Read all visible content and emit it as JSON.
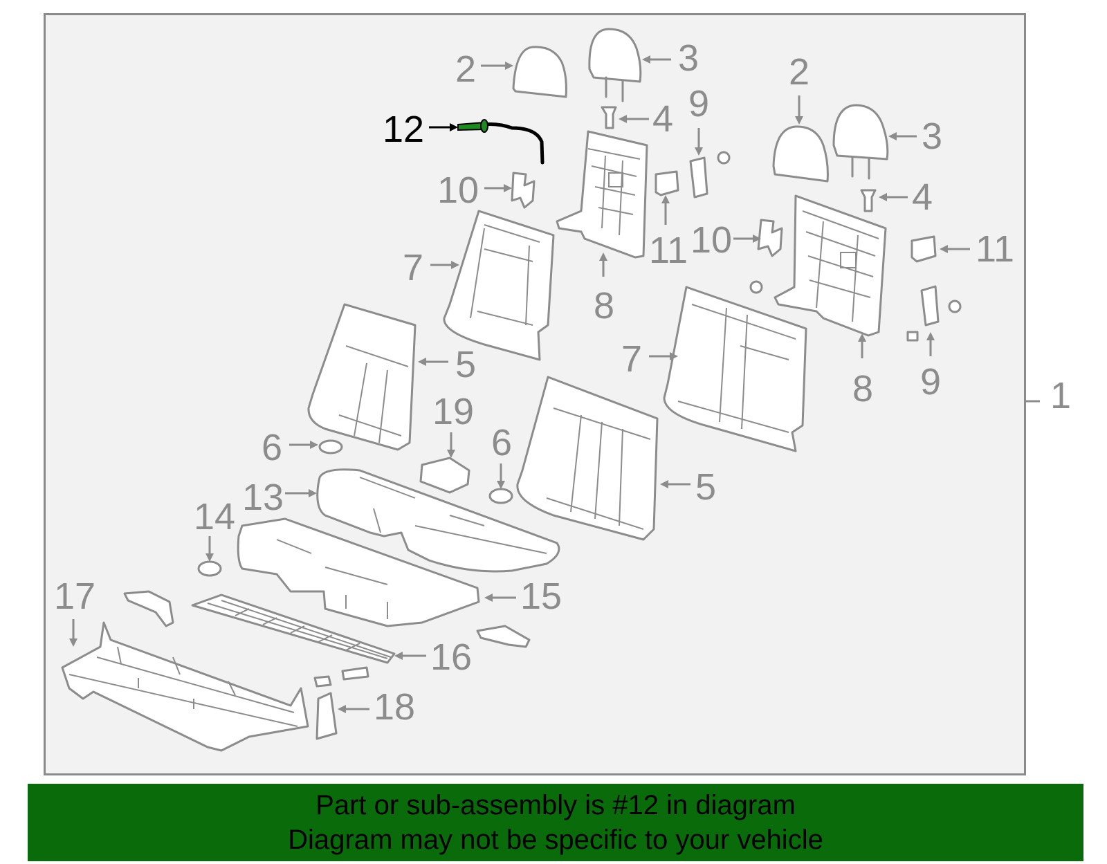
{
  "callouts": {
    "c1": "1",
    "c2a": "2",
    "c2b": "2",
    "c3a": "3",
    "c3b": "3",
    "c4a": "4",
    "c4b": "4",
    "c5a": "5",
    "c5b": "5",
    "c6a": "6",
    "c6b": "6",
    "c7a": "7",
    "c7b": "7",
    "c8a": "8",
    "c8b": "8",
    "c9a": "9",
    "c9b": "9",
    "c10a": "10",
    "c10b": "10",
    "c11a": "11",
    "c11b": "11",
    "c12": "12",
    "c13": "13",
    "c14": "14",
    "c15": "15",
    "c16": "16",
    "c17": "17",
    "c18": "18",
    "c19": "19"
  },
  "highlighted_part": "12",
  "banner": {
    "line1": "Part or sub-assembly is #12 in diagram",
    "line2": "Diagram may not be specific to your vehicle"
  },
  "colors": {
    "banner_bg": "#0a6b0a",
    "frame_bg": "#f2f2f2",
    "line_gray": "#8c8c8c",
    "highlight": "#1f8a1f"
  }
}
